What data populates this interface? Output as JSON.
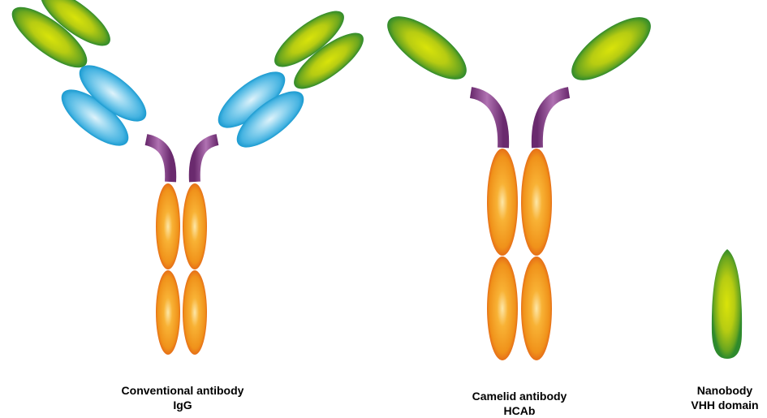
{
  "antibodies": [
    {
      "id": "conventional",
      "name": "Conventional antibody",
      "type": "IgG"
    },
    {
      "id": "camelid",
      "name": "Camelid antibody",
      "type": "HCAb"
    },
    {
      "id": "nanobody",
      "name": "Nanobody",
      "type": "VHH domain"
    }
  ],
  "colors": {
    "variable_domain": "#9cc414",
    "variable_domain_dark": "#2f8a2a",
    "light_chain_constant": "#5fc0e6",
    "light_chain_dark": "#1a9ad0",
    "hinge": "#8e3f8e",
    "constant_domain": "#f59d1c",
    "constant_domain_dark": "#e8731a"
  }
}
